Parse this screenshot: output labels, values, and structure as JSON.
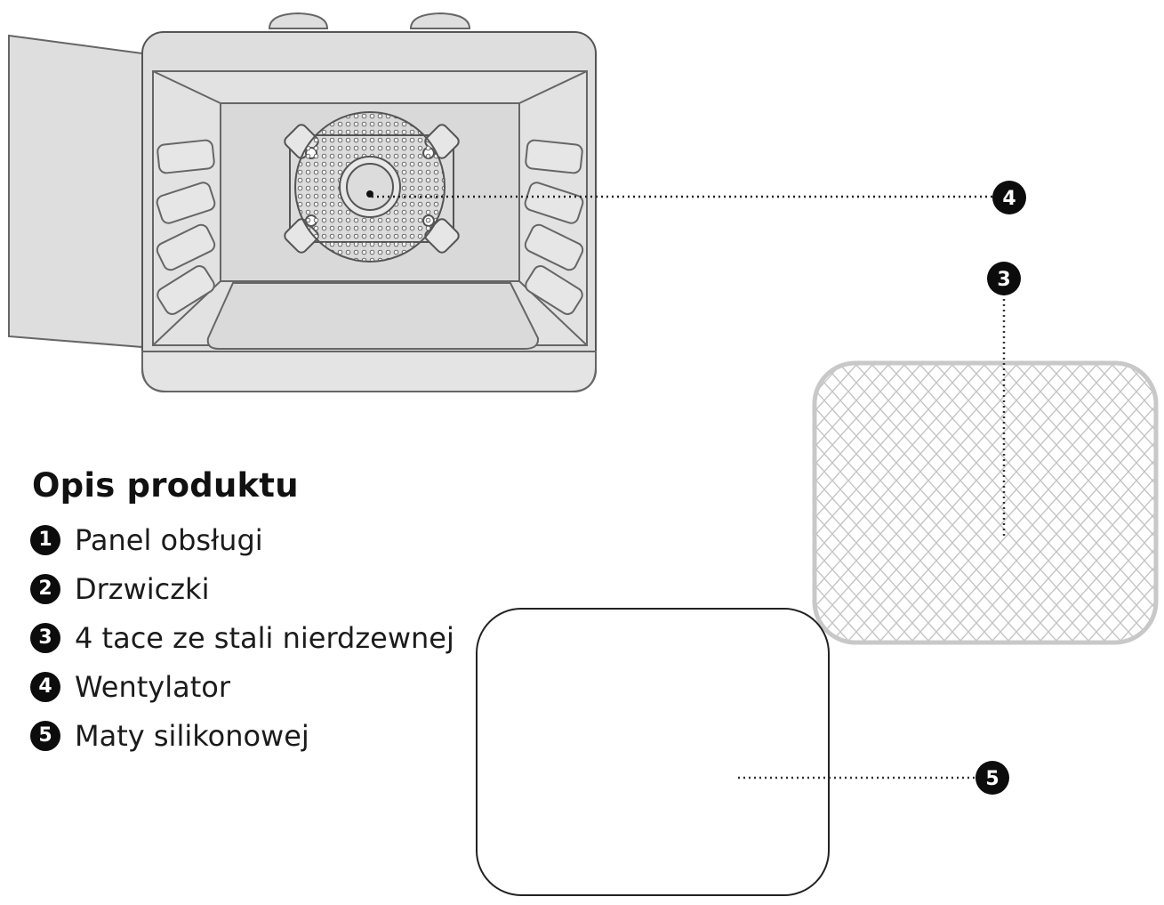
{
  "legend": {
    "title": "Opis produktu",
    "items": [
      {
        "num": "1",
        "label": "Panel obsługi"
      },
      {
        "num": "2",
        "label": "Drzwiczki"
      },
      {
        "num": "3",
        "label": "4 tace ze stali nierdzewnej"
      },
      {
        "num": "4",
        "label": "Wentylator"
      },
      {
        "num": "5",
        "label": "Maty silikonowej"
      }
    ]
  },
  "callouts": [
    {
      "num": "4",
      "target": "fan"
    },
    {
      "num": "3",
      "target": "mesh-tray"
    },
    {
      "num": "5",
      "target": "silicone-mat"
    }
  ],
  "colors": {
    "oven_fill": "#dedede",
    "oven_stroke": "#555555",
    "badge": "#0c0c0c",
    "mesh": "#bdbdbd"
  }
}
